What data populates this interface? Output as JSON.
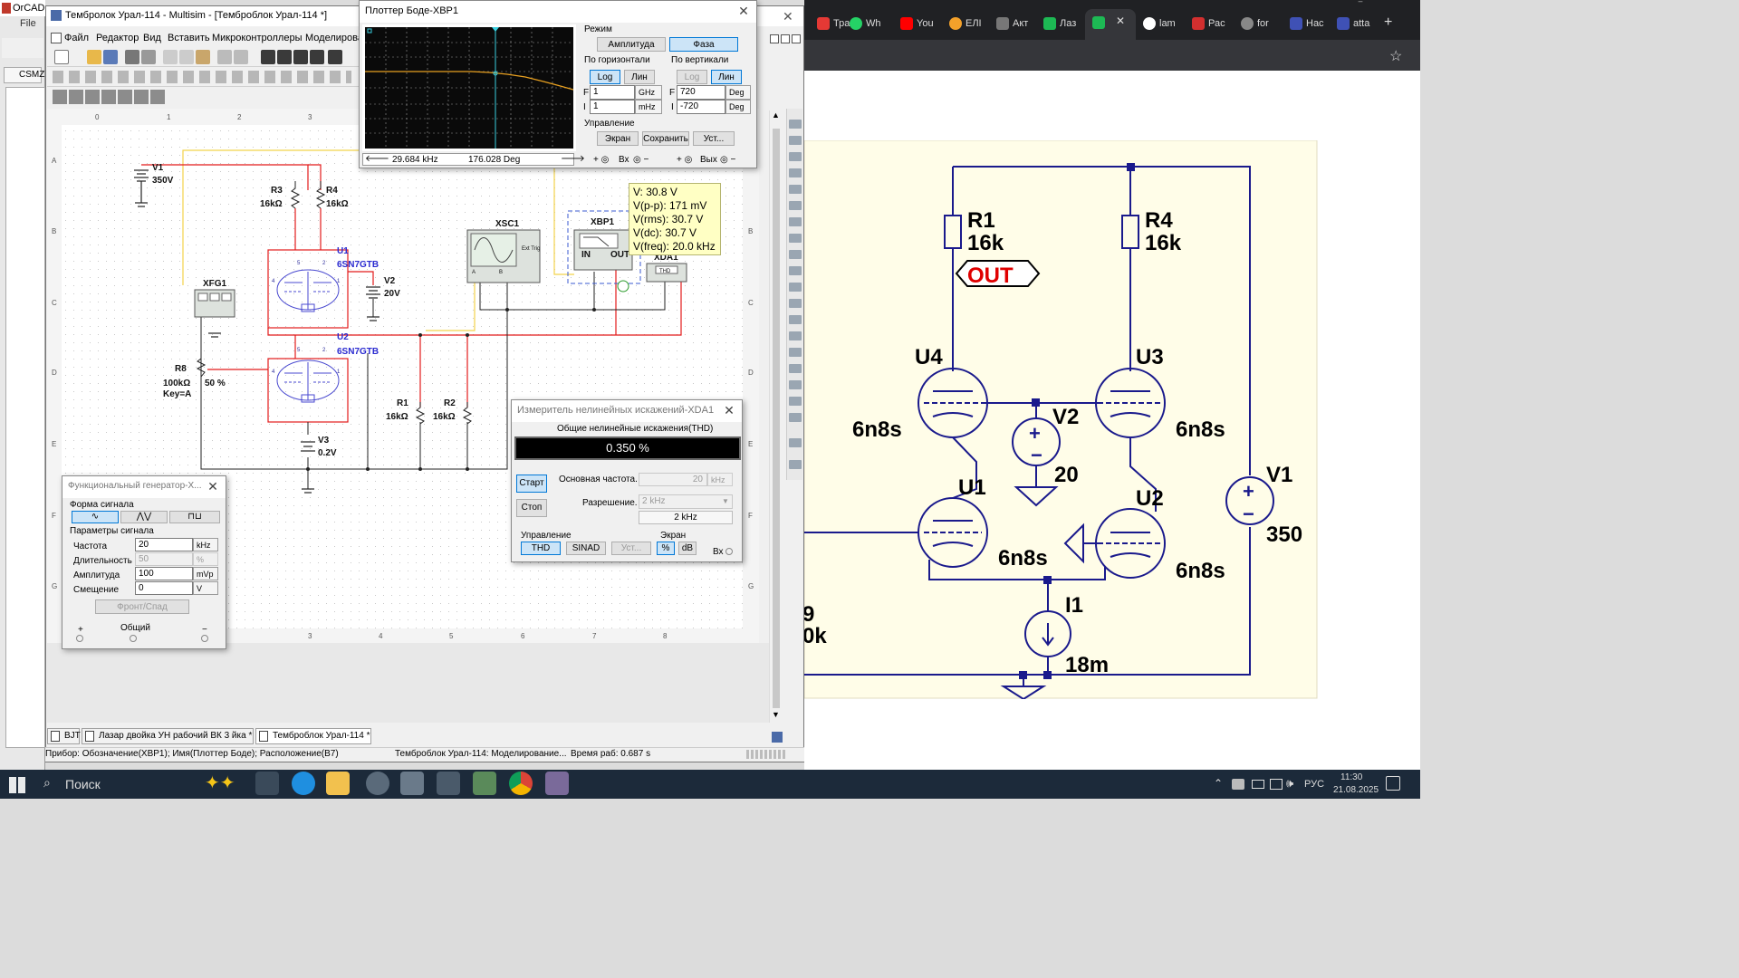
{
  "orcad": {
    "title": "OrCAD",
    "menu_file": "File"
  },
  "multisim": {
    "title": "Тембролок Урал-114 - Multisim - [Темброблок Урал-114 *]",
    "menu": [
      "Файл",
      "Редактор",
      "Вид",
      "Вставить",
      "Микроконтроллеры",
      "Моделирова"
    ],
    "side_tab": "CSMZ"
  },
  "schematic": {
    "ruler_top": [
      "0",
      "1",
      "2",
      "3"
    ],
    "ruler_bottom": [
      "3",
      "4",
      "5",
      "6",
      "7",
      "8"
    ],
    "ruler_left": [
      "A",
      "B",
      "C",
      "D",
      "E",
      "F",
      "G"
    ],
    "ruler_right": [
      "A",
      "B",
      "C",
      "D",
      "E",
      "F",
      "G"
    ],
    "labels": {
      "v1_name": "V1",
      "v1_val": "350V",
      "r3_name": "R3",
      "r3_val": "16kΩ",
      "r4_name": "R4",
      "r4_val": "16kΩ",
      "u1_name": "U1",
      "u1_type": "6SN7GTB",
      "v2_name": "V2",
      "v2_val": "20V",
      "u2_name": "U2",
      "u2_type": "6SN7GTB",
      "xfg1": "XFG1",
      "r8_name": "R8",
      "r8_val": "100kΩ",
      "r8_key": "Key=A",
      "r8_pct": "50 %",
      "v3_name": "V3",
      "v3_val": "0.2V",
      "r1_name": "R1",
      "r1_val": "16kΩ",
      "r2_name": "R2",
      "r2_val": "16kΩ",
      "xsc1": "XSC1",
      "xsc_ext": "Ext Trig",
      "xbp1": "XBP1",
      "xbp_in": "IN",
      "xbp_out": "OUT",
      "xda1": "XDA1",
      "xda_thd": "THD",
      "pin_a": "A",
      "pin_b": "B"
    }
  },
  "probe": {
    "lines": [
      "V: 30.8 V",
      "V(p-p): 171 mV",
      "V(rms): 30.7 V",
      "V(dc): 30.7 V",
      "V(freq): 20.0 kHz"
    ]
  },
  "bode": {
    "title": "Плоттер Боде-XBP1",
    "mode_label": "Режим",
    "amp_btn": "Амплитуда",
    "phase_btn": "Фаза",
    "horiz_label": "По горизонтали",
    "vert_label": "По вертикали",
    "log": "Log",
    "lin": "Лин",
    "h_f_label": "F",
    "h_f_val": "1",
    "h_f_unit": "GHz",
    "h_i_label": "I",
    "h_i_val": "1",
    "h_i_unit": "mHz",
    "v_f_label": "F",
    "v_f_val": "720",
    "v_f_unit": "Deg",
    "v_i_label": "I",
    "v_i_val": "-720",
    "v_i_unit": "Deg",
    "ctrl_label": "Управление",
    "screen_btn": "Экран",
    "save_btn": "Сохранить",
    "set_btn": "Уст...",
    "cursor_freq": "29.684 kHz",
    "cursor_phase": "176.028 Deg",
    "in_label": "Вх",
    "out_label": "Вых"
  },
  "funcgen": {
    "title": "Функциональный генератор-X...",
    "wave_label": "Форма сигнала",
    "params_label": "Параметры сигнала",
    "freq_label": "Частота",
    "freq_val": "20",
    "freq_unit": "kHz",
    "duty_label": "Длительность",
    "duty_val": "50",
    "duty_unit": "%",
    "amp_label": "Амплитуда",
    "amp_val": "100",
    "amp_unit": "mVp",
    "offset_label": "Смещение",
    "offset_val": "0",
    "offset_unit": "V",
    "rise_btn": "Фронт/Спад",
    "plus": "+",
    "common": "Общий",
    "minus": "−"
  },
  "thd": {
    "title": "Измеритель нелинейных искажений-XDA1",
    "header": "Общие нелинейные искажения(THD)",
    "value": "0.350 %",
    "start_btn": "Старт",
    "stop_btn": "Стоп",
    "fund_label": "Основная частота.",
    "fund_val": "20",
    "fund_unit": "kHz",
    "res_label": "Разрешение.",
    "res_val": "2 kHz",
    "res_val2": "2 kHz",
    "ctrl_label": "Управление",
    "screen_label": "Экран",
    "thd_btn": "THD",
    "sinad_btn": "SINAD",
    "set_btn": "Уст...",
    "pct_btn": "%",
    "db_btn": "dB",
    "in_label": "Вх"
  },
  "tabs": [
    "BJT",
    "Лазар двойка УН рабочий ВК 3 йка *",
    "Темброблок Урал-114 *"
  ],
  "status": {
    "left": "Прибор: Обозначение(XBP1); Имя(Плоттер Боде); Расположение(B7)",
    "mid": "Темброблок Урал-114: Моделирование...",
    "right": "Время раб: 0.687 s"
  },
  "chrome_tabs": [
    "Тра",
    "Wh",
    "You",
    "ЕЛІ",
    "Акт",
    "Лаз",
    "",
    "lam",
    "Рас",
    "for",
    "Нас",
    "atta"
  ],
  "ltspice": {
    "r1": "R1",
    "r1v": "16k",
    "r4": "R4",
    "r4v": "16k",
    "out": "OUT",
    "u4": "U4",
    "u4t": "6n8s",
    "u3": "U3",
    "u3t": "6n8s",
    "v2": "V2",
    "v2v": "20",
    "u1": "U1",
    "u1t": "6n8s",
    "u2": "U2",
    "u2t": "6n8s",
    "v1": "V1",
    "v1v": "350",
    "i1": "I1",
    "i1v": "18m",
    "cut1": "9",
    "cut2": "0k"
  },
  "taskbar": {
    "search": "Поиск",
    "lang": "РУС",
    "time": "11:30",
    "date": "21.08.2025"
  },
  "colors": {
    "wire_red": "#e21b1b",
    "wire_yellow": "#f2d34a",
    "ltspice_blue": "#1a1a8c",
    "thd_display": "#000000",
    "bode_trace": "#e8a020",
    "bode_cursor": "#3ad0e0",
    "chrome_bg": "#202124",
    "taskbar_bg": "#1c2a3a"
  }
}
